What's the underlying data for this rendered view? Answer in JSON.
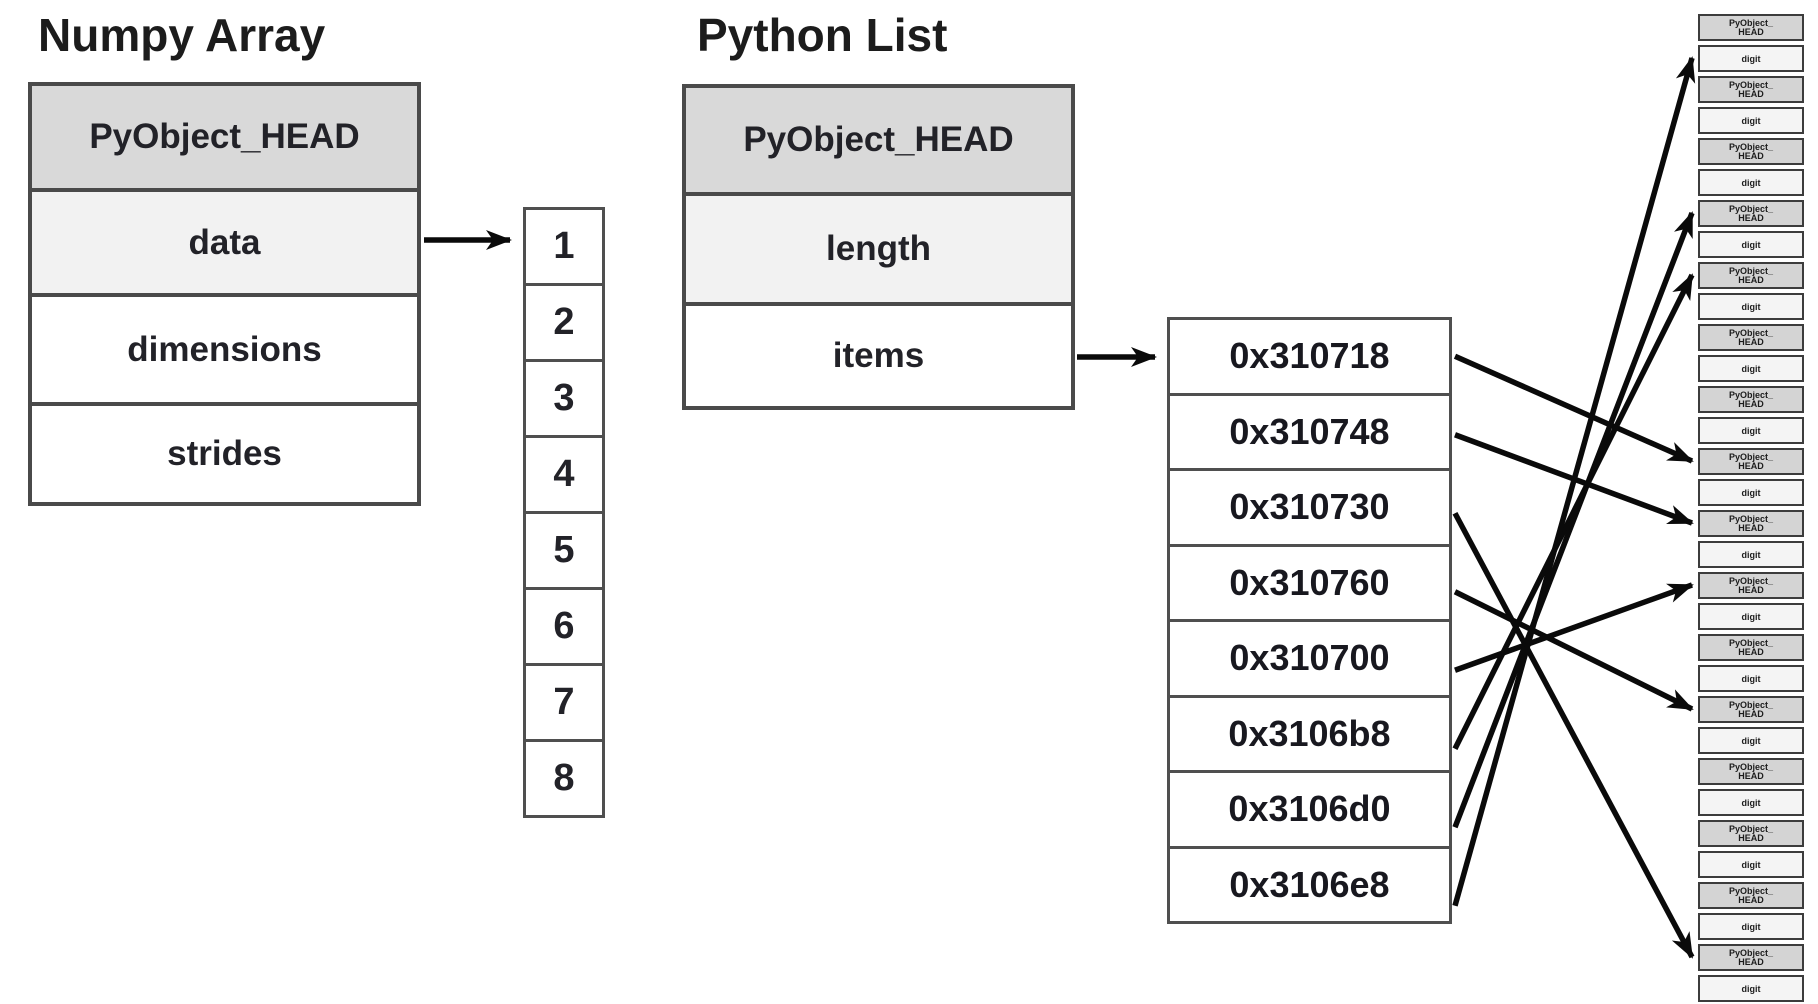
{
  "numpy_array": {
    "title": "Numpy Array",
    "rows": [
      {
        "label": "PyObject_HEAD"
      },
      {
        "label": "data"
      },
      {
        "label": "dimensions"
      },
      {
        "label": "strides"
      }
    ],
    "buffer_values": [
      "1",
      "2",
      "3",
      "4",
      "5",
      "6",
      "7",
      "8"
    ]
  },
  "python_list": {
    "title": "Python List",
    "rows": [
      {
        "label": "PyObject_HEAD"
      },
      {
        "label": "length"
      },
      {
        "label": "items"
      }
    ],
    "item_pointers": [
      "0x310718",
      "0x310748",
      "0x310730",
      "0x310760",
      "0x310700",
      "0x3106b8",
      "0x3106d0",
      "0x3106e8"
    ]
  },
  "memory_column": {
    "pair_count": 16,
    "head_label": "PyObject_HEAD",
    "value_label": "digit"
  },
  "pointer_arrows": [
    {
      "from": "0x310718",
      "target_cell": 14
    },
    {
      "from": "0x310748",
      "target_cell": 16
    },
    {
      "from": "0x310730",
      "target_cell": 30
    },
    {
      "from": "0x310760",
      "target_cell": 22
    },
    {
      "from": "0x310700",
      "target_cell": 18
    },
    {
      "from": "0x3106b8",
      "target_cell": 8
    },
    {
      "from": "0x3106d0",
      "target_cell": 6
    },
    {
      "from": "0x3106e8",
      "target_cell": 1
    }
  ],
  "colors": {
    "head_fill": "#d9d9d9",
    "sub_fill": "#f2f2f2",
    "mem_head_fill": "#d4d4d4",
    "mem_value_fill": "#f4f4f4",
    "border": "#4a4a4a",
    "arrow": "#0a0a0a",
    "text": "#1c1c1c"
  }
}
